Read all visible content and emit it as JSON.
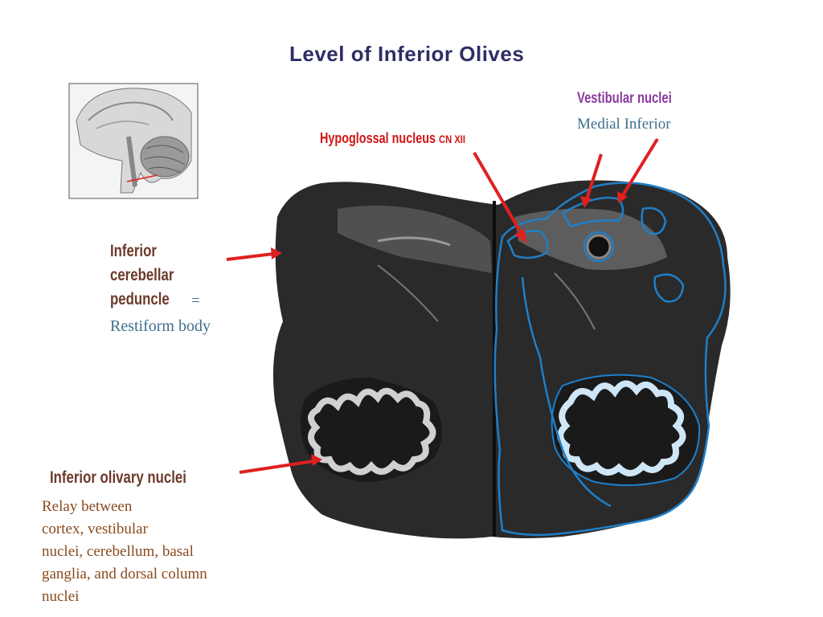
{
  "title": "Level  of  Inferior  Olives",
  "labels": {
    "vestibular_title": "Vestibular nuclei",
    "vestibular_sub": "Medial   Inferior",
    "hypoglossal": "Hypoglossal nucleus ",
    "hypoglossal_cn": "CN XII",
    "icp": "Inferior\ncerebellar\npeduncle",
    "equals": "=",
    "restiform": "Restiform body",
    "ion": "Inferior olivary nuclei",
    "relay": "Relay between\ncortex, vestibular\nnuclei, cerebellum, basal\nganglia, and dorsal column\nnuclei"
  },
  "colors": {
    "title": "#2e2e66",
    "arrow": "#e02020",
    "outline": "#1f7fc9",
    "tissue": "#2a2a2a"
  }
}
